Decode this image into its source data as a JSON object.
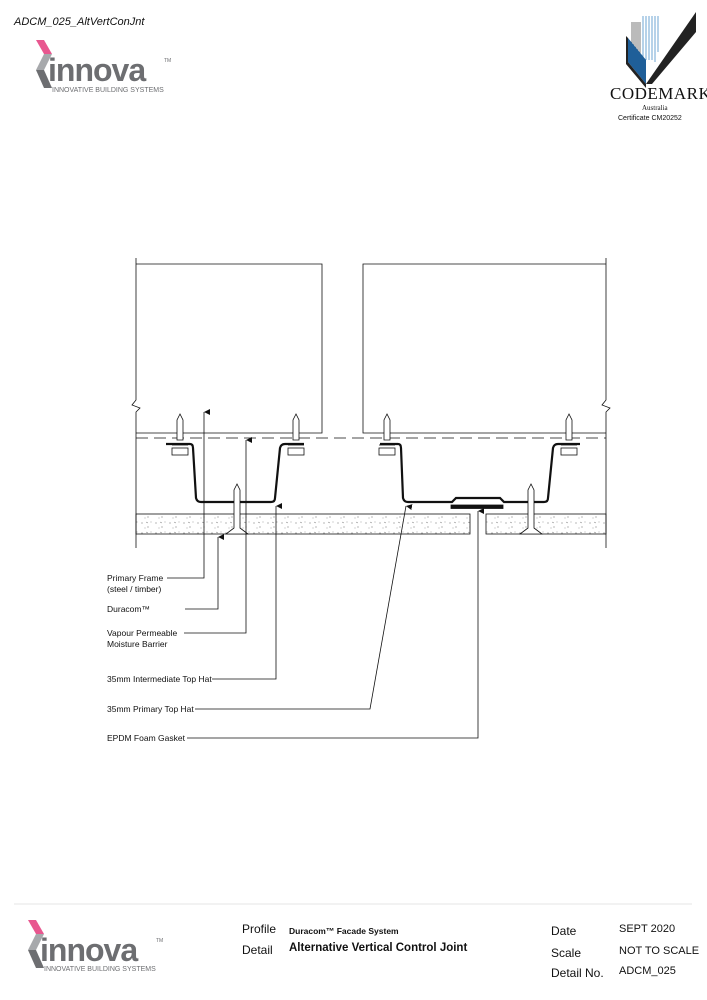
{
  "doc_id": "ADCM_025_AltVertConJnt",
  "logo": {
    "brand": "innova",
    "tm": "TM",
    "tagline": "INNOVATIVE BUILDING SYSTEMS"
  },
  "codemark": {
    "name": "CODEMARK",
    "country": "Australia",
    "certificate": "Certificate CM20252"
  },
  "labels": {
    "primary_frame_1": "Primary Frame",
    "primary_frame_2": "(steel / timber)",
    "duracom": "Duracom™",
    "vapour_1": "Vapour Permeable",
    "vapour_2": "Moisture Barrier",
    "intermediate_top_hat": "35mm Intermediate Top Hat",
    "primary_top_hat": "35mm Primary Top Hat",
    "gasket": "EPDM Foam Gasket"
  },
  "title_block": {
    "profile_label": "Profile",
    "profile_value": "Duracom™ Facade System",
    "detail_label": "Detail",
    "detail_value": "Alternative Vertical Control Joint",
    "date_label": "Date",
    "date_value": "SEPT 2020",
    "scale_label": "Scale",
    "scale_value": "NOT TO SCALE",
    "detail_no_label": "Detail No.",
    "detail_no_value": "ADCM_025"
  },
  "colors": {
    "logo_pink": "#e8578f",
    "logo_grey": "#6d6e71",
    "codemark_blue": "#1f5f99"
  }
}
